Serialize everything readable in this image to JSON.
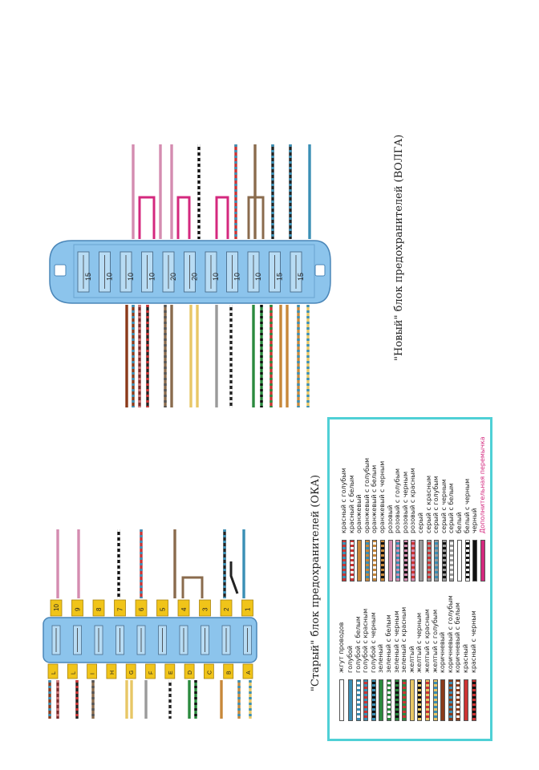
{
  "new_block": {
    "caption": "\"Новый\" блок предохранителей (ВОЛГА)",
    "fuse_numbers": [
      "15",
      "10",
      "10",
      "10",
      "20",
      "20",
      "10",
      "10",
      "10",
      "15",
      "15"
    ],
    "wires_top": [
      {
        "color": "#d48cb0",
        "stripe": ""
      },
      {
        "color": "#d48cb0",
        "stripe": ""
      },
      {
        "color": "#d48cb0",
        "stripe": ""
      },
      {
        "color": "#111111",
        "stripe": "#ffffff"
      },
      {
        "color": "#cc3333",
        "stripe": "#3a8fb5"
      },
      {
        "color": "#8a6b4d",
        "stripe": ""
      },
      {
        "color": "#222222",
        "stripe": "#3a8fb5"
      },
      {
        "color": "#222222",
        "stripe": "#3a8fb5"
      },
      {
        "color": "#3a8fb5",
        "stripe": ""
      }
    ],
    "wires_bottom": [
      {
        "color": "#8b3a1a",
        "stripe": ""
      },
      {
        "color": "#8b3a1a",
        "stripe": "#3a8fb5"
      },
      {
        "color": "#7a2a2a",
        "stripe": "#c77"
      },
      {
        "color": "#222222",
        "stripe": "#c33"
      },
      {
        "color": "#8a6b4d",
        "stripe": "#555"
      },
      {
        "color": "#8a6b4d",
        "stripe": ""
      },
      {
        "color": "#e8c766",
        "stripe": ""
      },
      {
        "color": "#e8c766",
        "stripe": ""
      },
      {
        "color": "#9a9a9a",
        "stripe": ""
      },
      {
        "color": "#222222",
        "stripe": "#ffffff"
      },
      {
        "color": "#2b8a3e",
        "stripe": ""
      },
      {
        "color": "#2b8a3e",
        "stripe": "#111"
      },
      {
        "color": "#cc3333",
        "stripe": "#2b8a3e"
      },
      {
        "color": "#c8883a",
        "stripe": ""
      },
      {
        "color": "#c8883a",
        "stripe": ""
      },
      {
        "color": "#c8883a",
        "stripe": "#3a8fb5"
      },
      {
        "color": "#e8c766",
        "stripe": "#3a8fb5"
      }
    ]
  },
  "old_block": {
    "caption": "\"Старый\" блок предохранителей (ОКА)",
    "top_labels": [
      "10",
      "9",
      "8",
      "7",
      "6",
      "5",
      "4",
      "3",
      "2",
      "1"
    ],
    "bottom_labels": [
      "L",
      "L",
      "I",
      "H",
      "G",
      "F",
      "E",
      "D",
      "C",
      "B",
      "A"
    ],
    "wires_top": [
      {
        "color": "#d48cb0",
        "stripe": ""
      },
      {
        "color": "#d48cb0",
        "stripe": ""
      },
      {
        "color": "#111111",
        "stripe": "#ffffff"
      },
      {
        "color": "#cc3333",
        "stripe": "#3a8fb5"
      },
      {
        "color": "#8a6b4d",
        "stripe": ""
      },
      {
        "color": "#222222",
        "stripe": "#3a8fb5"
      },
      {
        "color": "#3a8fb5",
        "stripe": ""
      }
    ],
    "wires_bottom": [
      {
        "color": "#8b3a1a",
        "stripe": "#3a8fb5"
      },
      {
        "color": "#7a2a2a",
        "stripe": "#c77"
      },
      {
        "color": "#222222",
        "stripe": "#c33"
      },
      {
        "color": "#8a6b4d",
        "stripe": "#555"
      },
      {
        "color": "#e8c766",
        "stripe": ""
      },
      {
        "color": "#e8c766",
        "stripe": ""
      },
      {
        "color": "#9a9a9a",
        "stripe": ""
      },
      {
        "color": "#222222",
        "stripe": "#ffffff"
      },
      {
        "color": "#2b8a3e",
        "stripe": ""
      },
      {
        "color": "#2b8a3e",
        "stripe": "#111"
      },
      {
        "color": "#c8883a",
        "stripe": ""
      },
      {
        "color": "#c8883a",
        "stripe": "#3a8fb5"
      },
      {
        "color": "#e8c766",
        "stripe": "#3a8fb5"
      }
    ]
  },
  "legend": {
    "left_title": "жгут проводов",
    "left_items": [
      {
        "label": "голубой",
        "color": "#3a8fb5",
        "stripe": ""
      },
      {
        "label": "голубой с белым",
        "color": "#3a8fb5",
        "stripe": "#ffffff"
      },
      {
        "label": "голубой с красным",
        "color": "#3a8fb5",
        "stripe": "#cc3333"
      },
      {
        "label": "голубой с черным",
        "color": "#3a8fb5",
        "stripe": "#111111"
      },
      {
        "label": "зеленый",
        "color": "#2b8a3e",
        "stripe": ""
      },
      {
        "label": "зеленый с белым",
        "color": "#2b8a3e",
        "stripe": "#ffffff"
      },
      {
        "label": "зеленый с черным",
        "color": "#2b8a3e",
        "stripe": "#111111"
      },
      {
        "label": "зеленый с красным",
        "color": "#2b8a3e",
        "stripe": "#cc3333"
      },
      {
        "label": "желтый",
        "color": "#e8c766",
        "stripe": ""
      },
      {
        "label": "желтый с черным",
        "color": "#e8c766",
        "stripe": "#111111"
      },
      {
        "label": "желтый с красным",
        "color": "#e8c766",
        "stripe": "#cc3333"
      },
      {
        "label": "желтый с голубым",
        "color": "#e8c766",
        "stripe": "#3a8fb5"
      },
      {
        "label": "коричневый",
        "color": "#8b3a1a",
        "stripe": ""
      },
      {
        "label": "коричневый с голубым",
        "color": "#8b3a1a",
        "stripe": "#3a8fb5"
      },
      {
        "label": "коричневый с белым",
        "color": "#8b3a1a",
        "stripe": "#ffffff"
      },
      {
        "label": "красный",
        "color": "#cc3333",
        "stripe": ""
      },
      {
        "label": "красный с черным",
        "color": "#cc3333",
        "stripe": "#111111"
      }
    ],
    "right_items": [
      {
        "label": "красный с голубым",
        "color": "#cc3333",
        "stripe": "#3a8fb5"
      },
      {
        "label": "красный с белым",
        "color": "#cc3333",
        "stripe": "#ffffff"
      },
      {
        "label": "оранжевый",
        "color": "#c8883a",
        "stripe": ""
      },
      {
        "label": "оранжевый с голубым",
        "color": "#c8883a",
        "stripe": "#3a8fb5"
      },
      {
        "label": "оранжевый с белым",
        "color": "#c8883a",
        "stripe": "#ffffff"
      },
      {
        "label": "оранжевый с черным",
        "color": "#c8883a",
        "stripe": "#111111"
      },
      {
        "label": "розовый",
        "color": "#d48cb0",
        "stripe": ""
      },
      {
        "label": "розовый с голубым",
        "color": "#d48cb0",
        "stripe": "#3a8fb5"
      },
      {
        "label": "розовый с черным",
        "color": "#d48cb0",
        "stripe": "#111111"
      },
      {
        "label": "розовый с красным",
        "color": "#d48cb0",
        "stripe": "#cc3333"
      },
      {
        "label": "серый",
        "color": "#9a9a9a",
        "stripe": ""
      },
      {
        "label": "серый с красным",
        "color": "#9a9a9a",
        "stripe": "#cc3333"
      },
      {
        "label": "серый с голубым",
        "color": "#9a9a9a",
        "stripe": "#3a8fb5"
      },
      {
        "label": "серый с черным",
        "color": "#9a9a9a",
        "stripe": "#111111"
      },
      {
        "label": "серый с белым",
        "color": "#9a9a9a",
        "stripe": "#ffffff"
      },
      {
        "label": "белый",
        "color": "#ffffff",
        "stripe": ""
      },
      {
        "label": "белый с черным",
        "color": "#ffffff",
        "stripe": "#111111"
      },
      {
        "label": "черный",
        "color": "#111111",
        "stripe": ""
      },
      {
        "label": "Дополнительная перемычка",
        "color": "#d4287e",
        "stripe": "",
        "accent": true
      }
    ]
  },
  "colors": {
    "block_fill": "#8cc4ec",
    "block_stroke": "#4a86b8",
    "terminal_yellow": "#f0c419",
    "jumper": "#d4287e",
    "legend_border": "#4fd0d6"
  }
}
